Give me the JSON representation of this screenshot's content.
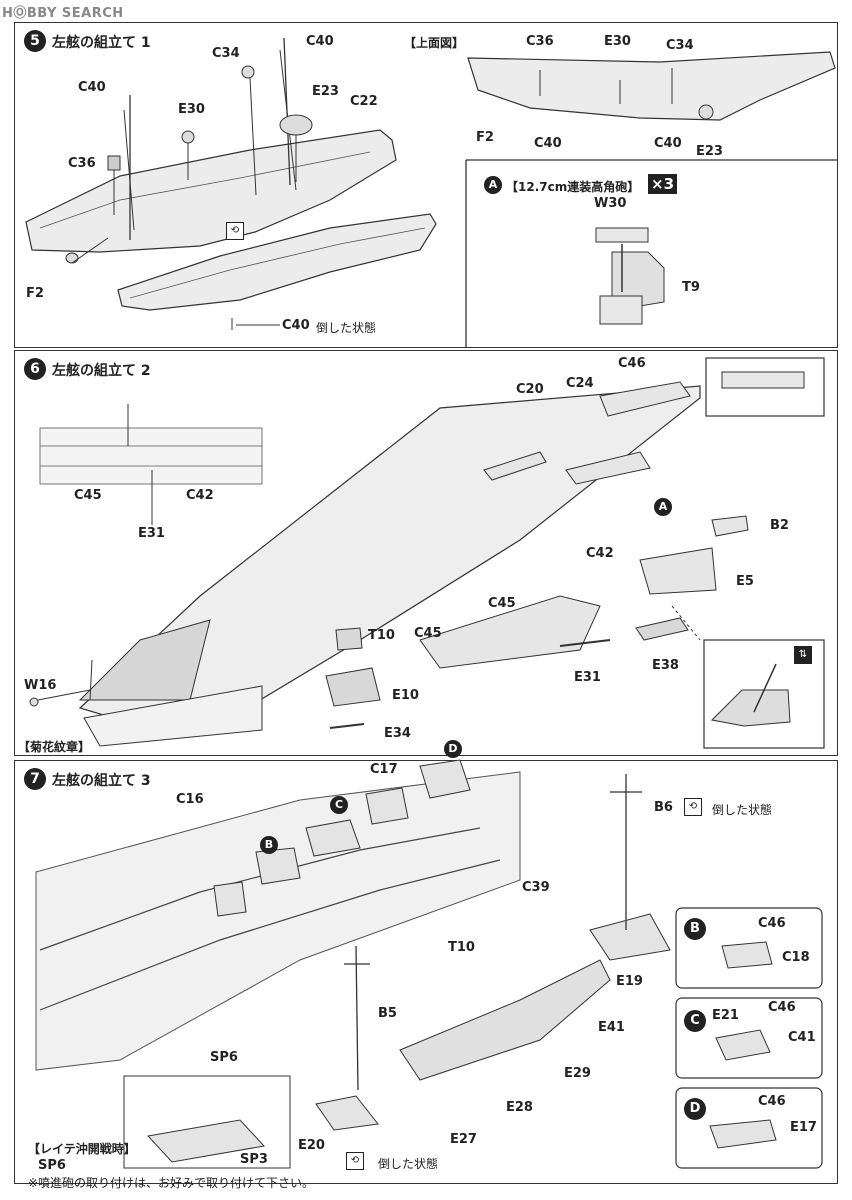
{
  "watermark": "HⓄBBY SEARCH",
  "step5": {
    "number": "5",
    "title": "左舷の組立て 1",
    "labels": {
      "C40_top": "C40",
      "C34": "C34",
      "C40_left": "C40",
      "E23": "E23",
      "C22": "C22",
      "E30": "E30",
      "C36": "C36",
      "F2": "F2",
      "C40_bottom": "C40"
    },
    "fallen_note": "倒した状態",
    "top_view": {
      "title": "【上面図】",
      "labels": {
        "C36": "C36",
        "E30": "E30",
        "C34": "C34",
        "F2": "F2",
        "C40_a": "C40",
        "C40_b": "C40",
        "E23": "E23"
      }
    },
    "subA": {
      "marker": "A",
      "title": "【12.7cm連装高角砲】",
      "multiplier": "×3",
      "labels": {
        "W30": "W30",
        "T9": "T9"
      }
    }
  },
  "step6": {
    "number": "6",
    "title": "左舷の組立て 2",
    "labels": {
      "C46": "C46",
      "C20": "C20",
      "C24": "C24",
      "C45_detail": "C45",
      "C42_detail": "C42",
      "E31_detail": "E31",
      "B2": "B2",
      "A": "A",
      "C42": "C42",
      "E5": "E5",
      "C45_a": "C45",
      "T10": "T10",
      "C45_b": "C45",
      "E38": "E38",
      "E31": "E31",
      "W16": "W16",
      "E10": "E10",
      "E34": "E34"
    },
    "chrysanthemum_note": "【菊花紋章】"
  },
  "step7": {
    "number": "7",
    "title": "左舷の組立て 3",
    "labels": {
      "D": "D",
      "C17": "C17",
      "C16": "C16",
      "C": "C",
      "B": "B",
      "B6": "B6",
      "C39": "C39",
      "T10": "T10",
      "E19": "E19",
      "B5": "B5",
      "E41": "E41",
      "SP6": "SP6",
      "E29": "E29",
      "E28": "E28",
      "E20": "E20",
      "E27": "E27",
      "SP3": "SP3",
      "SP6_bottom": "SP6"
    },
    "fallen_note_b6": "倒した状態",
    "fallen_note_e20": "倒した状態",
    "leyte_note": "【レイテ沖開戦時】",
    "footnote": "※噴進砲の取り付けは、お好みで取り付けて下さい。",
    "subB": {
      "marker": "B",
      "labels": {
        "C46": "C46",
        "C18": "C18"
      }
    },
    "subC": {
      "marker": "C",
      "labels": {
        "E21": "E21",
        "C46": "C46",
        "C41": "C41"
      }
    },
    "subD": {
      "marker": "D",
      "labels": {
        "C46": "C46",
        "E17": "E17"
      }
    }
  },
  "colors": {
    "ink": "#222222",
    "part_fill": "#e6e6e6",
    "paper": "#ffffff"
  },
  "icons": [
    "rotate-icon",
    "inverted-badge-icon"
  ]
}
